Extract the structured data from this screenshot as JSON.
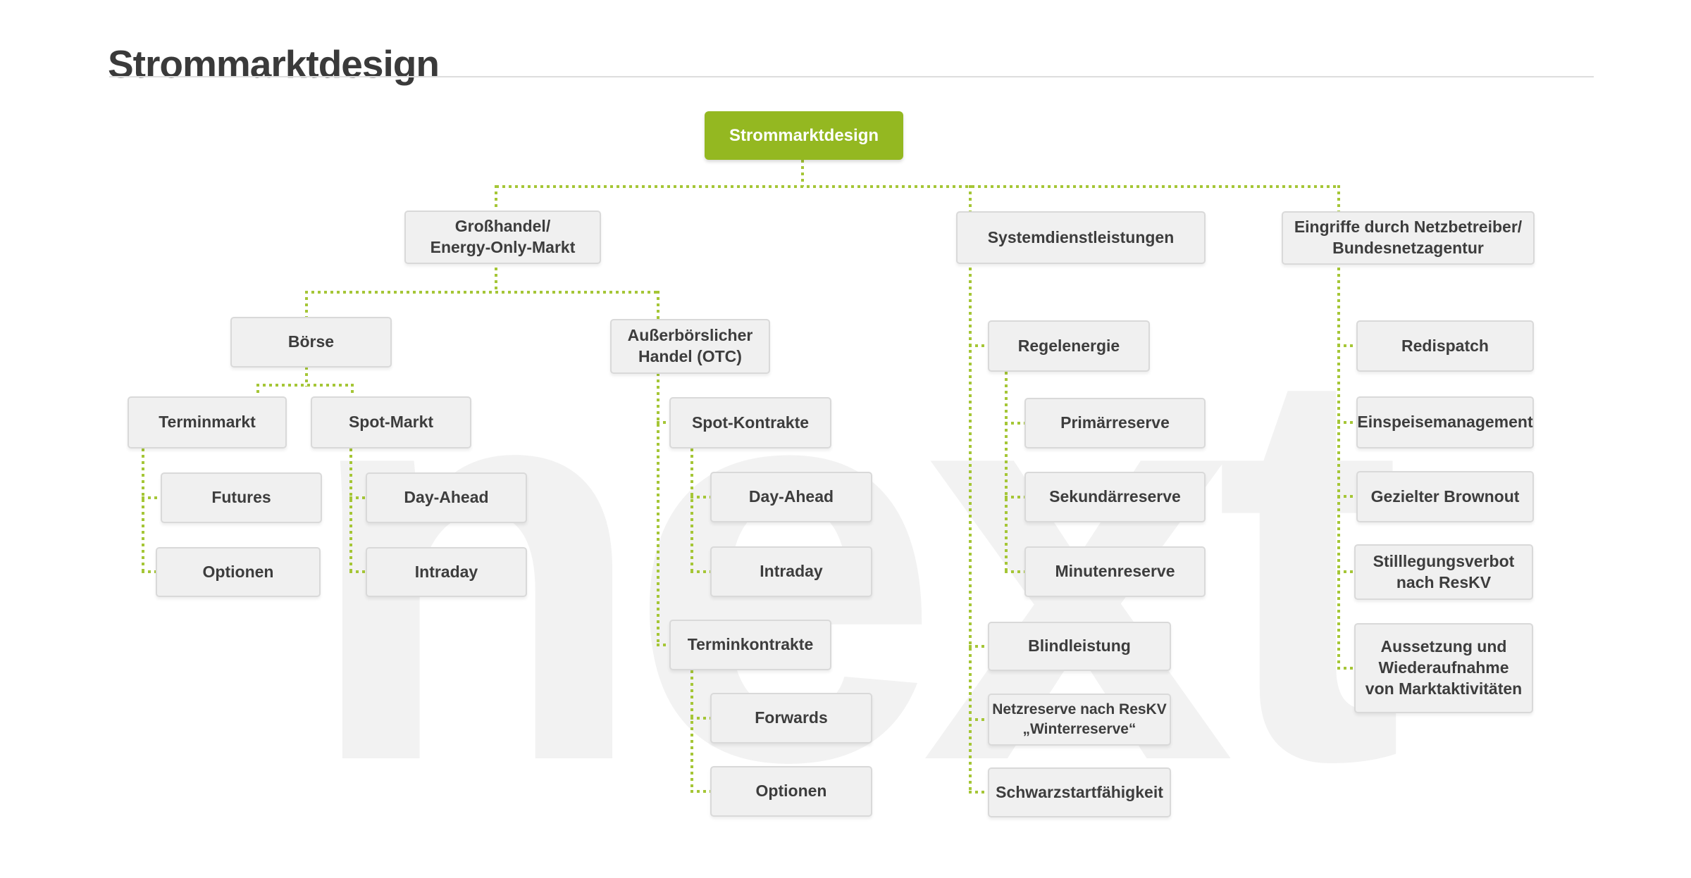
{
  "page": {
    "title": "Strommarktdesign",
    "watermark": "next"
  },
  "colors": {
    "root_green": "#94b821",
    "connector_green": "#a5c636",
    "node_background": "#f0f0f0",
    "node_border": "#d9d9d9",
    "node_text": "#3d3d3d",
    "title_text": "#3a3a3a"
  },
  "nodes": {
    "root": "Strommarktdesign",
    "grosshandel": "Großhandel/\nEnergy-Only-Markt",
    "systemdienstleistungen": "Systemdienstleistungen",
    "eingriffe": "Eingriffe durch Netzbetreiber/\nBundesnetzagentur",
    "boerse": "Börse",
    "otc": "Außerbörslicher\nHandel (OTC)",
    "terminmarkt": "Terminmarkt",
    "spotmarkt": "Spot-Markt",
    "futures": "Futures",
    "optionen_boerse": "Optionen",
    "dayahead_boerse": "Day-Ahead",
    "intraday_boerse": "Intraday",
    "spotkontrakte": "Spot-Kontrakte",
    "dayahead_otc": "Day-Ahead",
    "intraday_otc": "Intraday",
    "terminkontrakte": "Terminkontrakte",
    "forwards": "Forwards",
    "optionen_otc": "Optionen",
    "regelenergie": "Regelenergie",
    "primaerreserve": "Primärreserve",
    "sekundaerreserve": "Sekundärreserve",
    "minutenreserve": "Minutenreserve",
    "blindleistung": "Blindleistung",
    "netzreserve": "Netzreserve nach ResKV\n„Winterreserve“",
    "schwarzstart": "Schwarzstartfähigkeit",
    "redispatch": "Redispatch",
    "einspeisemanagement": "Einspeisemanagement",
    "brownout": "Gezielter Brownout",
    "stilllegungsverbot": "Stilllegungsverbot\nnach ResKV",
    "aussetzung": "Aussetzung und\nWiederaufnahme\nvon Marktaktivitäten"
  },
  "hierarchy": {
    "label": "Strommarktdesign",
    "children": [
      {
        "label": "Großhandel/Energy-Only-Markt",
        "children": [
          {
            "label": "Börse",
            "children": [
              {
                "label": "Terminmarkt",
                "children": [
                  {
                    "label": "Futures"
                  },
                  {
                    "label": "Optionen"
                  }
                ]
              },
              {
                "label": "Spot-Markt",
                "children": [
                  {
                    "label": "Day-Ahead"
                  },
                  {
                    "label": "Intraday"
                  }
                ]
              }
            ]
          },
          {
            "label": "Außerbörslicher Handel (OTC)",
            "children": [
              {
                "label": "Spot-Kontrakte",
                "children": [
                  {
                    "label": "Day-Ahead"
                  },
                  {
                    "label": "Intraday"
                  }
                ]
              },
              {
                "label": "Terminkontrakte",
                "children": [
                  {
                    "label": "Forwards"
                  },
                  {
                    "label": "Optionen"
                  }
                ]
              }
            ]
          }
        ]
      },
      {
        "label": "Systemdienstleistungen",
        "children": [
          {
            "label": "Regelenergie",
            "children": [
              {
                "label": "Primärreserve"
              },
              {
                "label": "Sekundärreserve"
              },
              {
                "label": "Minutenreserve"
              }
            ]
          },
          {
            "label": "Blindleistung"
          },
          {
            "label": "Netzreserve nach ResKV „Winterreserve“"
          },
          {
            "label": "Schwarzstartfähigkeit"
          }
        ]
      },
      {
        "label": "Eingriffe durch Netzbetreiber/Bundesnetzagentur",
        "children": [
          {
            "label": "Redispatch"
          },
          {
            "label": "Einspeisemanagement"
          },
          {
            "label": "Gezielter Brownout"
          },
          {
            "label": "Stilllegungsverbot nach ResKV"
          },
          {
            "label": "Aussetzung und Wiederaufnahme von Marktaktivitäten"
          }
        ]
      }
    ]
  }
}
